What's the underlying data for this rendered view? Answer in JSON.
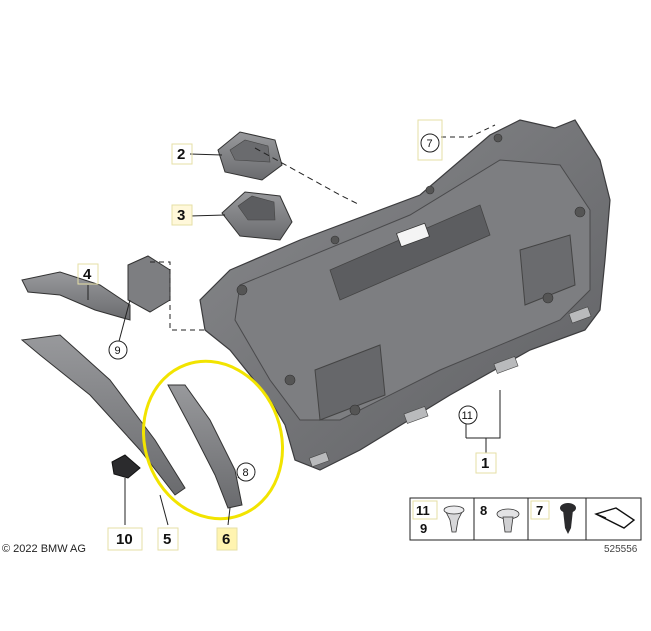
{
  "copyright": "© 2022 BMW AG",
  "image_number": "525556",
  "highlight_color": "#f2e400",
  "part_color": "#6f7073",
  "boxed_labels": [
    "1",
    "2",
    "3",
    "4",
    "5",
    "6",
    "10"
  ],
  "circled_labels": [
    "7",
    "8",
    "9",
    "11"
  ],
  "legend": [
    {
      "top": "11",
      "bottom": "9"
    },
    {
      "top": "8"
    },
    {
      "top": "7"
    }
  ]
}
